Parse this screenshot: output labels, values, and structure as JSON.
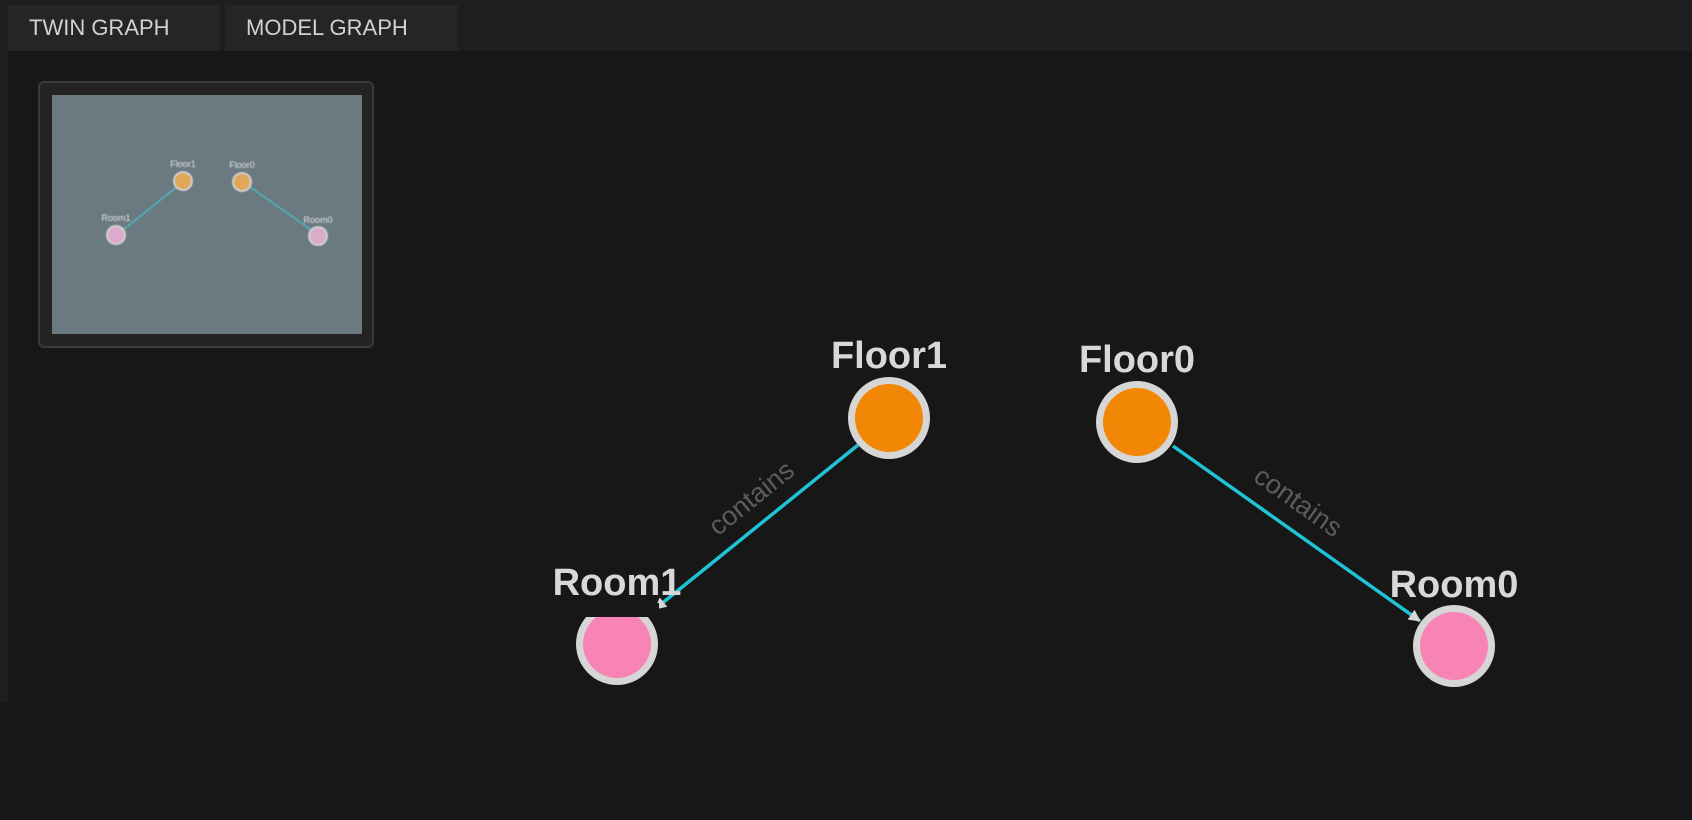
{
  "tabs": [
    {
      "label": "TWIN GRAPH"
    },
    {
      "label": "MODEL GRAPH"
    }
  ],
  "graph": {
    "nodes": [
      {
        "id": "Floor1",
        "label": "Floor1",
        "color": "#f28705"
      },
      {
        "id": "Floor0",
        "label": "Floor0",
        "color": "#f28705"
      },
      {
        "id": "Room1",
        "label": "Room1",
        "color": "#f784b5"
      },
      {
        "id": "Room0",
        "label": "Room0",
        "color": "#f784b5"
      }
    ],
    "edges": [
      {
        "from": "Floor1",
        "to": "Room1",
        "label": "contains"
      },
      {
        "from": "Floor0",
        "to": "Room0",
        "label": "contains"
      }
    ],
    "edge_color": "#1fc3d6",
    "node_border_color": "#d6d6d6",
    "label_color": "#d8d8d8",
    "edge_label_color": "#5c5c5c"
  },
  "minimap": {
    "labels": {
      "floor1": "Floor1",
      "floor0": "Floor0",
      "room1": "Room1",
      "room0": "Room0"
    },
    "background": "#6a7a80"
  }
}
